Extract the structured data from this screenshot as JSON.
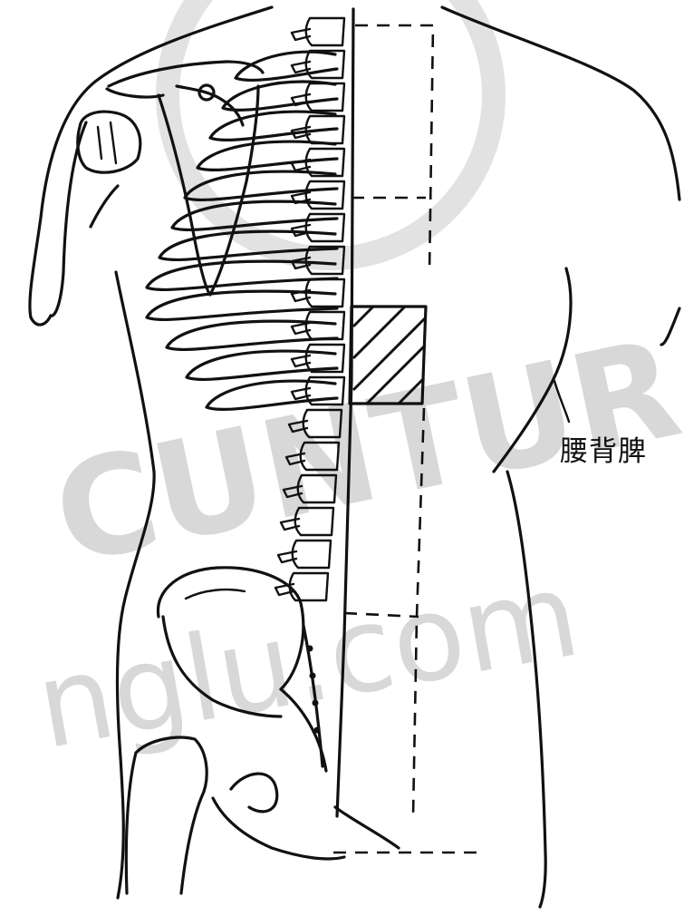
{
  "figure": {
    "label_text": "腰背脾"
  },
  "watermark": {
    "brand": "CUNTURA",
    "domain": "nglu.com"
  },
  "colors": {
    "ink": "#111111",
    "background": "#ffffff",
    "watermark": "#d8d8d8"
  }
}
